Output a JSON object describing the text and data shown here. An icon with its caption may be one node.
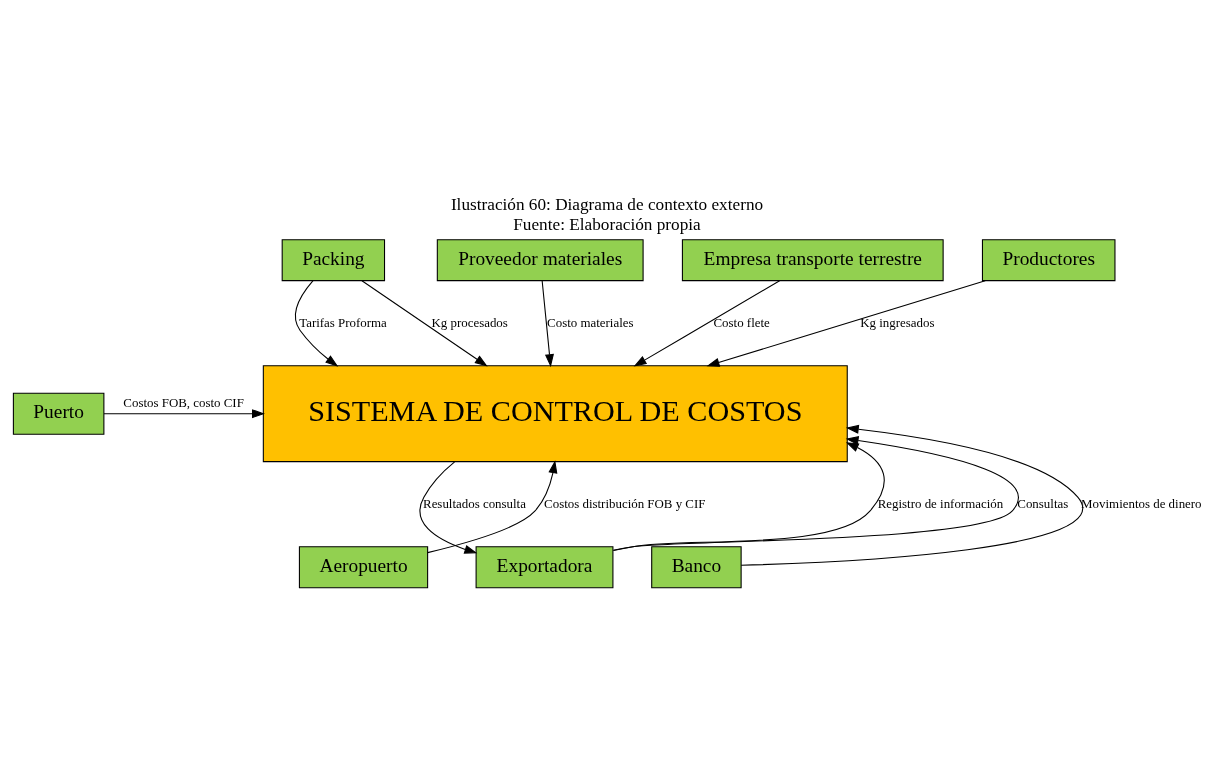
{
  "diagram": {
    "title": "Ilustración 60: Diagrama de contexto externo",
    "caption": "Fuente: Elaboración propia",
    "nodes": [
      {
        "text": [
          "Packing"
        ]
      },
      {
        "text": [
          "Proveedor materiales"
        ]
      },
      {
        "text": [
          "Empresa transporte terrestre"
        ]
      },
      {
        "text": [
          "Productores"
        ]
      },
      {
        "text": [
          "SISTEMA DE CONTROL DE COSTOS"
        ]
      },
      {
        "text": [
          "Puerto"
        ]
      },
      {
        "text": [
          "Aeropuerto"
        ]
      },
      {
        "text": [
          "Exportadora"
        ]
      },
      {
        "text": [
          "Banco"
        ]
      }
    ],
    "edges": [
      {
        "from": 0,
        "to": 4,
        "arrow": "to",
        "label": "Tarifas Proforma"
      },
      {
        "from": 0,
        "to": 4,
        "arrow": "to",
        "label": "Kg procesados"
      },
      {
        "from": 1,
        "to": 4,
        "arrow": "to",
        "label": "Costo materiales"
      },
      {
        "from": 3,
        "to": 4,
        "arrow": "to",
        "label": "Kg ingresados"
      },
      {
        "from": 2,
        "to": 4,
        "arrow": "to",
        "label": "Costo flete"
      },
      {
        "from": 5,
        "to": 4,
        "arrow": "to",
        "label": "Costos FOB, costo CIF"
      },
      {
        "from": 6,
        "to": 4,
        "arrow": "to",
        "label": "Costos distribución FOB y CIF"
      },
      {
        "from": 8,
        "to": 4,
        "arrow": "to",
        "label": "Movimientos de dinero"
      },
      {
        "from": 7,
        "to": 4,
        "arrow": "to",
        "label": "Registro de información"
      },
      {
        "from": 7,
        "to": 4,
        "arrow": "to",
        "label": "Consultas"
      },
      {
        "from": 4,
        "to": 7,
        "arrow": "to",
        "label": "Resultados consulta"
      }
    ]
  }
}
